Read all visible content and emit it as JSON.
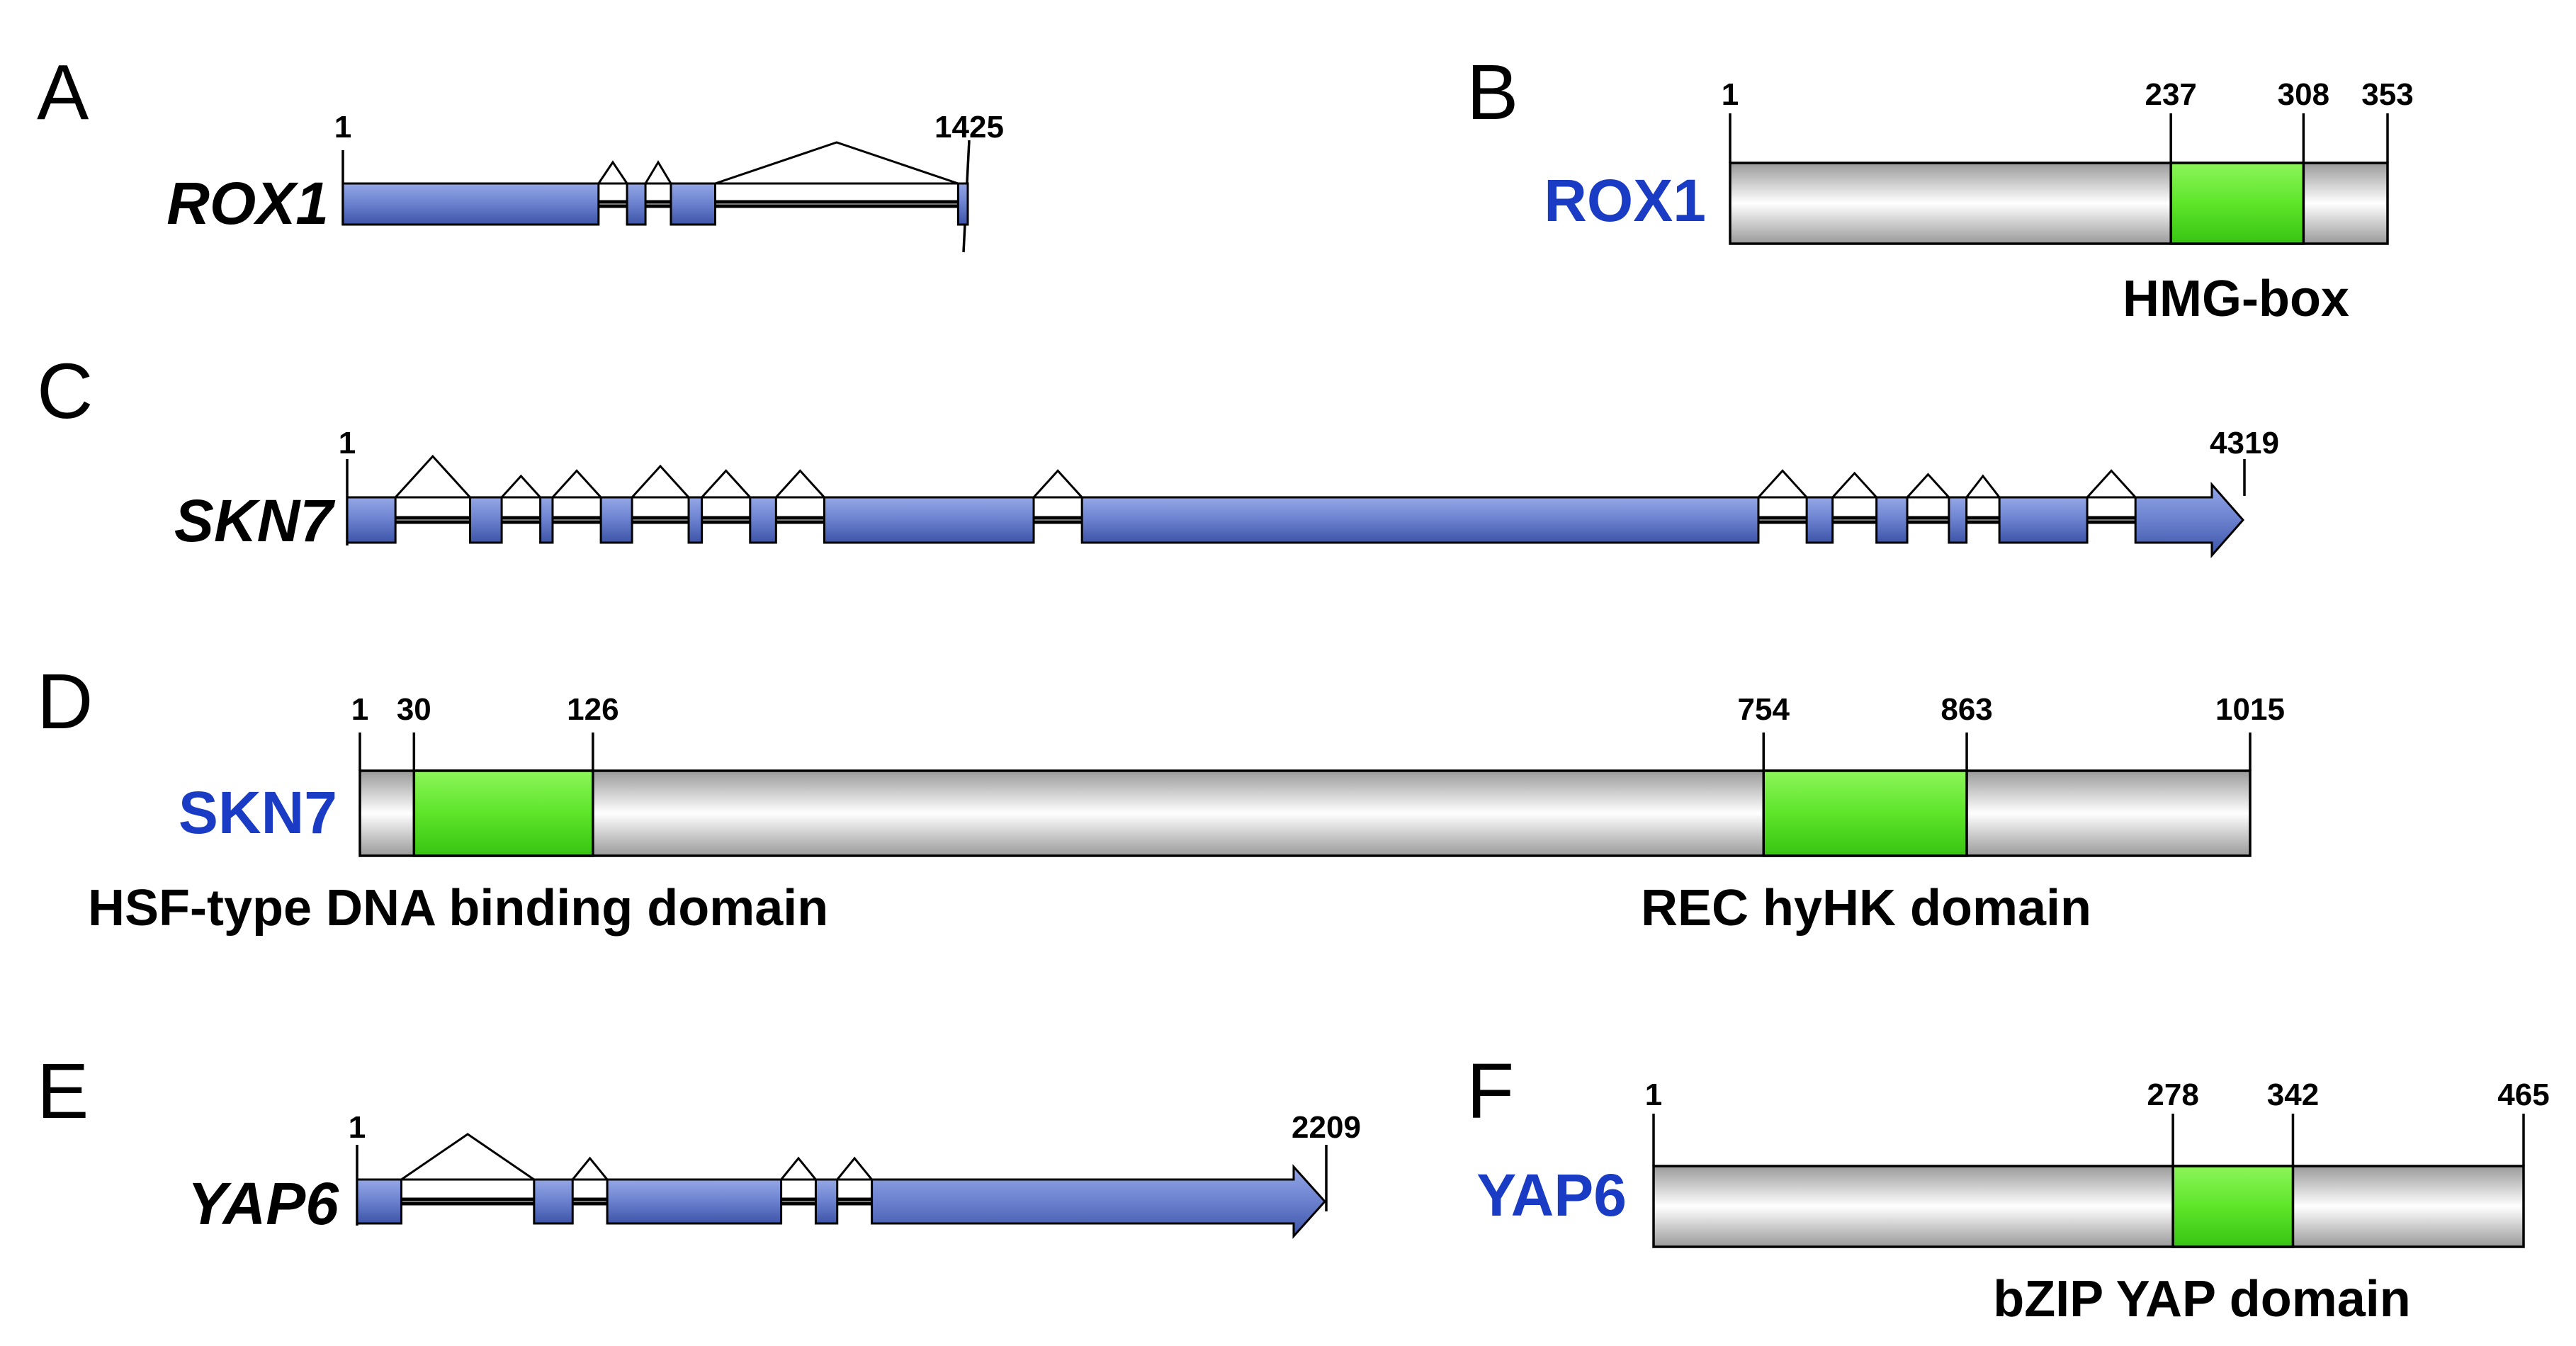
{
  "colors": {
    "exon": "#6f85d2",
    "protein_bar": "#c8c8c8",
    "domain": "#5ee52a",
    "protein_name": "#1a3cc4"
  },
  "panels": {
    "A": {
      "letter": "A",
      "gene": "ROX1",
      "start_label": "1",
      "end_label": "1425",
      "exons": [
        [
          0,
          583
        ],
        [
          648,
          690
        ],
        [
          748,
          849
        ],
        [
          1403,
          1425
        ]
      ]
    },
    "B": {
      "letter": "B",
      "protein": "ROX1",
      "length": 353,
      "tick_labels": [
        "1",
        "237",
        "308",
        "353"
      ],
      "domains": [
        {
          "start": 237,
          "end": 308,
          "name": "HMG-box"
        }
      ]
    },
    "C": {
      "letter": "C",
      "gene": "SKN7",
      "start_label": "1",
      "end_label": "4319",
      "exons": [
        [
          0,
          110
        ],
        [
          280,
          352
        ],
        [
          440,
          468
        ],
        [
          578,
          649
        ],
        [
          778,
          808
        ],
        [
          918,
          977
        ],
        [
          1087,
          1564
        ],
        [
          1674,
          3215
        ],
        [
          3325,
          3384
        ],
        [
          3484,
          3554
        ],
        [
          3649,
          3689
        ],
        [
          3764,
          3964
        ],
        [
          4074,
          4319
        ]
      ],
      "last_exon_arrow": true
    },
    "D": {
      "letter": "D",
      "protein": "SKN7",
      "length": 1015,
      "tick_labels": [
        "1",
        "30",
        "126",
        "754",
        "863",
        "1015"
      ],
      "domains": [
        {
          "start": 30,
          "end": 126,
          "name": "HSF-type DNA binding domain"
        },
        {
          "start": 754,
          "end": 863,
          "name": "REC hyHK domain"
        }
      ]
    },
    "E": {
      "letter": "E",
      "gene": "YAP6",
      "start_label": "1",
      "end_label": "2209",
      "exons": [
        [
          0,
          101
        ],
        [
          404,
          492
        ],
        [
          571,
          968
        ],
        [
          1047,
          1096
        ],
        [
          1175,
          2209
        ]
      ],
      "last_exon_arrow": true
    },
    "F": {
      "letter": "F",
      "protein": "YAP6",
      "length": 465,
      "tick_labels": [
        "1",
        "278",
        "342",
        "465"
      ],
      "domains": [
        {
          "start": 278,
          "end": 342,
          "name": "bZIP YAP domain"
        }
      ]
    }
  }
}
